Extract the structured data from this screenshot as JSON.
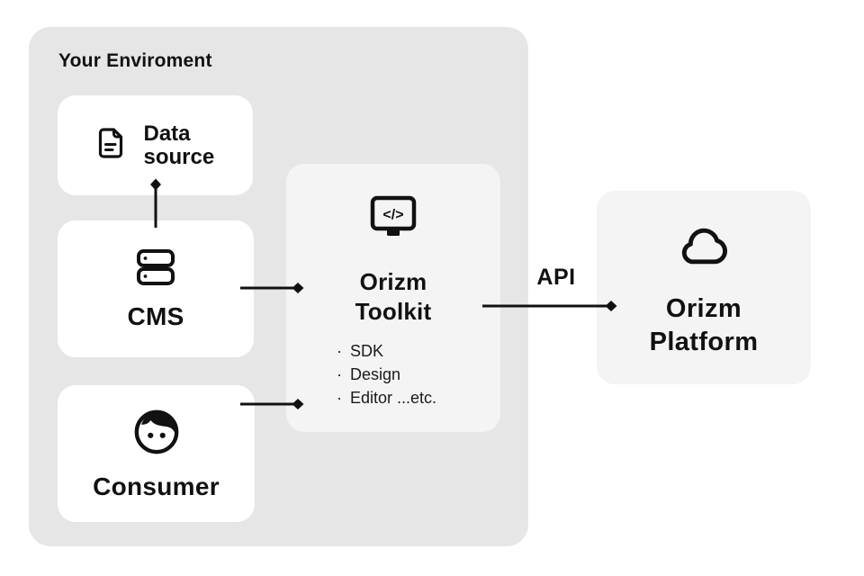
{
  "environment": {
    "title": "Your Enviroment",
    "nodes": {
      "data_source": {
        "label": "Data source",
        "icon": "file-document-icon"
      },
      "cms": {
        "label": "CMS",
        "icon": "server-stack-icon"
      },
      "consumer": {
        "label": "Consumer",
        "icon": "person-face-icon"
      }
    }
  },
  "toolkit": {
    "title": "Orizm Toolkit",
    "icon": "code-monitor-icon",
    "icon_glyph": "</>",
    "bullet": "·",
    "features": [
      "SDK",
      "Design",
      "Editor ...etc."
    ]
  },
  "platform": {
    "title": "Orizm Platform",
    "icon": "cloud-icon"
  },
  "connections": {
    "api_label": "API",
    "arrows": [
      "cms-to-data-source",
      "cms-to-toolkit",
      "consumer-to-toolkit",
      "toolkit-to-platform-api"
    ]
  },
  "colors": {
    "canvas": "#ffffff",
    "environment_bg": "#e6e6e6",
    "node_bg": "#ffffff",
    "panel_bg": "#f4f4f4",
    "ink": "#111111"
  }
}
